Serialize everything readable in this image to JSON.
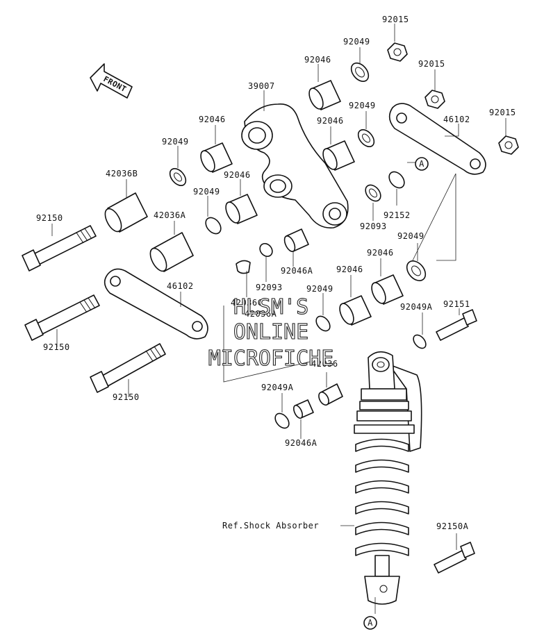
{
  "labels": {
    "p92015a": "92015",
    "p92049a": "92049",
    "p92046a": "92046",
    "p92015b": "92015",
    "p39007": "39007",
    "p92049b": "92049",
    "p92046b": "92046",
    "p46102a": "46102",
    "p92015c": "92015",
    "p92046c": "92046",
    "p92049c": "92049",
    "p42036b": "42036B",
    "p92049d": "92049",
    "p92046d": "92046",
    "p42036a": "42036A",
    "p92150a": "92150",
    "p92152": "92152",
    "p92093a": "92093",
    "p92049e": "92049",
    "p92046e": "92046",
    "p92046a_1": "92046A",
    "p92093b": "92093",
    "p46102b": "46102",
    "p42036c": "42036C",
    "p42036a2": "42036A",
    "p92049f": "92049",
    "p92151": "92151",
    "p92049a_1": "92049A",
    "p92150b": "92150",
    "p42036": "42036",
    "p92150c": "92150",
    "p92049a_2": "92049A",
    "p92046a_2": "92046A",
    "ref_shock": "Ref.Shock Absorber",
    "p92150a_1": "92150A"
  },
  "front_arrow": "FRONT",
  "callout_a1": "A",
  "callout_a2": "A",
  "watermark": {
    "line1": "HLSM'S",
    "line2": "ONLINE",
    "line3": "MICROFICHE"
  }
}
